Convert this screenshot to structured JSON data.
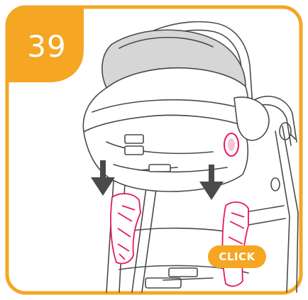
{
  "step": {
    "number": "39"
  },
  "callout": {
    "click_label": "CLICK"
  },
  "colors": {
    "accent": "#F5A623",
    "highlight": "#E8185A",
    "line": "#4a4a4a",
    "fill_gray": "#d6d6d6"
  },
  "icons": {
    "down_arrows": "down-arrow-icon",
    "illustration": "infant-car-seat-stroller-illustration"
  }
}
